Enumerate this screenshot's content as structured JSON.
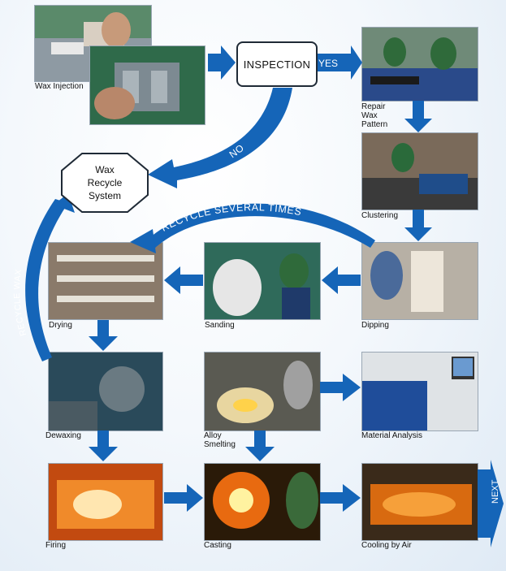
{
  "inspection": "INSPECTION",
  "wax_recycle_system": "Wax\nRecycle\nSystem",
  "branch_yes": "YES",
  "branch_no": "NO",
  "recycle_several_times": "RECYCLE SEVERAL TIMES",
  "recycle_wax": "RECYCLE WAX",
  "next": "NEXT",
  "steps": {
    "wax_injection": "Wax Injection",
    "repair_wax_pattern": "Repair\nWax\nPattern",
    "clustering": "Clustering",
    "dipping": "Dipping",
    "sanding": "Sanding",
    "drying": "Drying",
    "dewaxing": "Dewaxing",
    "alloy_smelting": "Alloy\nSmelting",
    "material_analysis": "Material Analysis",
    "firing": "Firing",
    "casting": "Casting",
    "cooling_by_air": "Cooling by Air"
  },
  "colors": {
    "arrow": "#1565b8",
    "arrow_dark": "#0d4f95",
    "arrow_text": "#ffffff"
  }
}
